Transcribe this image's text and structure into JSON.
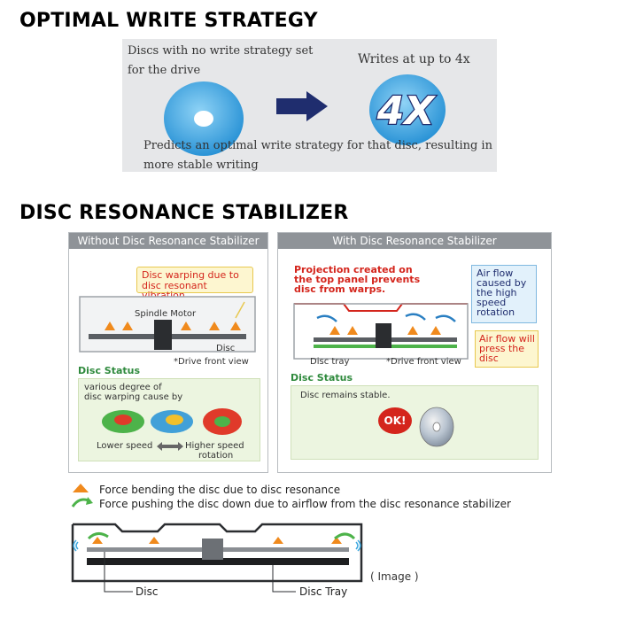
{
  "optimal": {
    "heading": "OPTIMAL WRITE STRATEGY",
    "no_strategy_line1": "Discs with no write strategy set",
    "no_strategy_line2": "for the drive",
    "writes_label": "Writes at up to 4x",
    "speed_badge": "4X",
    "predict_line1": "Predicts an optimal write strategy for that disc, resulting in",
    "predict_line2": "more stable writing"
  },
  "resonance": {
    "heading": "DISC RESONANCE STABILIZER",
    "without": {
      "title": "Without Disc Resonance Stabilizer",
      "callout_line1": "Disc warping due to",
      "callout_line2": "disc resonant vibration",
      "spindle_label": "Spindle Motor",
      "disc_label": "Disc",
      "front_view": "*Drive front view",
      "status_title": "Disc Status",
      "status_line1": "various degree of",
      "status_line2": "disc warping cause by",
      "speed_low": "Lower speed",
      "speed_high": "Higher speed",
      "speed_high2": "rotation"
    },
    "with": {
      "title": "With Disc Resonance Stabilizer",
      "projection_line1": "Projection created on",
      "projection_line2": "the top panel prevents",
      "projection_line3": "disc from warps.",
      "airflow_line1": "Air flow",
      "airflow_line2": "caused by",
      "airflow_line3": "the high",
      "airflow_line4": "speed",
      "airflow_line5": "rotation",
      "press_line1": "Air flow will",
      "press_line2": "press the",
      "press_line3": "disc",
      "tray_label": "Disc tray",
      "front_view": "*Drive front view",
      "status_title": "Disc Status",
      "status_text": "Disc remains stable.",
      "ok_badge": "OK!"
    },
    "legend": {
      "force_bending": "Force bending the disc due to disc resonance",
      "force_pushing": "Force pushing the disc down due to airflow from the disc resonance stabilizer"
    },
    "bottom": {
      "disc_label": "Disc",
      "tray_label": "Disc Tray",
      "image_note": "( Image )"
    }
  },
  "colors": {
    "arrow_navy": "#1f2d6e",
    "disc_blue": "#3fa9e0",
    "red_text": "#d4251c",
    "green_title": "#2f8a3d",
    "orange_arrow": "#f08a1d",
    "callout_fill": "#fdf6d0",
    "airflow_fill": "#e2f1fb"
  }
}
